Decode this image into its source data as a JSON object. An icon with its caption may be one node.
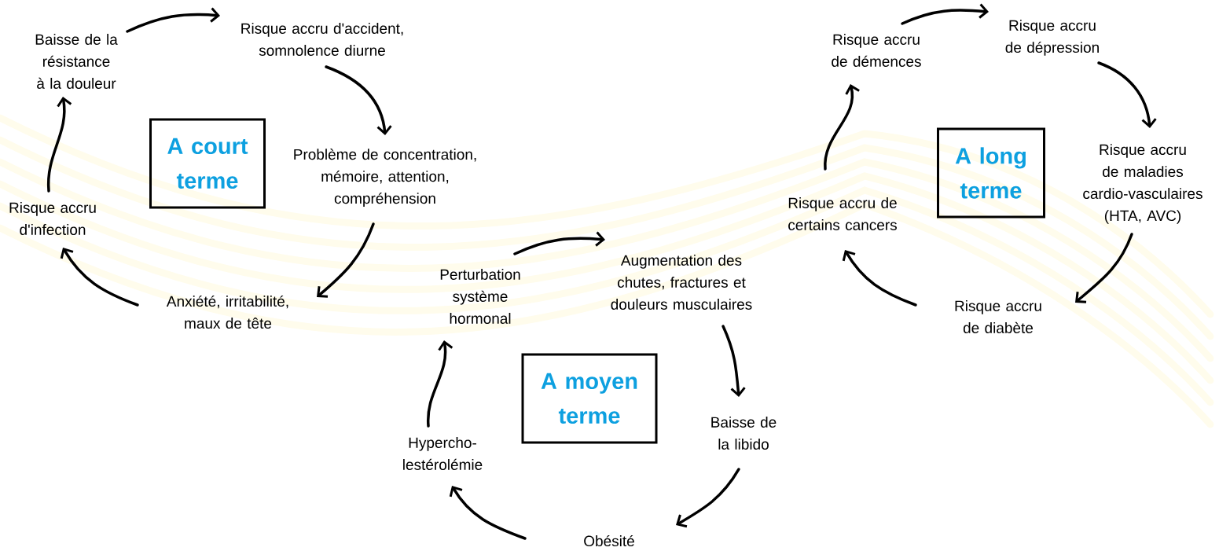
{
  "diagram": {
    "nodes": [
      {
        "text": [
          "A court terme"
        ]
      },
      {
        "text": [
          "Baisse de la résistance à la douleur"
        ]
      },
      {
        "text": [
          "Risque accru d'accident, somnolence diurne"
        ]
      },
      {
        "text": [
          "Problème de concentration, mémoire, attention, compréhension"
        ]
      },
      {
        "text": [
          "Anxiété, irritabilité, maux de tête"
        ]
      },
      {
        "text": [
          "Risque accru d'infection"
        ]
      },
      {
        "text": [
          "A moyen terme"
        ]
      },
      {
        "text": [
          "Perturbation système hormonal"
        ]
      },
      {
        "text": [
          "Augmentation des chutes, fractures et douleurs musculaires"
        ]
      },
      {
        "text": [
          "Baisse de la libido"
        ]
      },
      {
        "text": [
          "Obésité"
        ]
      },
      {
        "text": [
          "Hypercho-lestérolémie"
        ]
      },
      {
        "text": [
          "A long terme"
        ]
      },
      {
        "text": [
          "Risque accru de démences"
        ]
      },
      {
        "text": [
          "Risque accru de dépression"
        ]
      },
      {
        "text": [
          "Risque accru de maladies cardio-vasculaires (HTA, AVC)"
        ]
      },
      {
        "text": [
          "Risque accru de diabète"
        ]
      },
      {
        "text": [
          "Risque accru de certains cancers"
        ]
      }
    ],
    "edges": [
      {
        "from": 1,
        "to": 2,
        "arrow": "to"
      },
      {
        "from": 2,
        "to": 3,
        "arrow": "to"
      },
      {
        "from": 3,
        "to": 4,
        "arrow": "to"
      },
      {
        "from": 4,
        "to": 5,
        "arrow": "to"
      },
      {
        "from": 5,
        "to": 1,
        "arrow": "to"
      },
      {
        "from": 7,
        "to": 8,
        "arrow": "to"
      },
      {
        "from": 8,
        "to": 9,
        "arrow": "to"
      },
      {
        "from": 9,
        "to": 10,
        "arrow": "to"
      },
      {
        "from": 10,
        "to": 11,
        "arrow": "to"
      },
      {
        "from": 11,
        "to": 7,
        "arrow": "to"
      },
      {
        "from": 13,
        "to": 14,
        "arrow": "to"
      },
      {
        "from": 14,
        "to": 15,
        "arrow": "to"
      },
      {
        "from": 15,
        "to": 16,
        "arrow": "to"
      },
      {
        "from": 16,
        "to": 17,
        "arrow": "to"
      },
      {
        "from": 17,
        "to": 13,
        "arrow": "to"
      }
    ]
  }
}
